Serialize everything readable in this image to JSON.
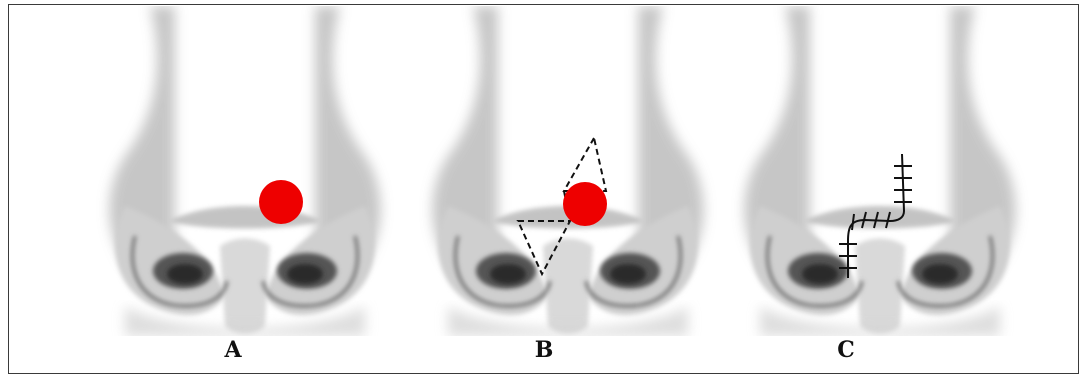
{
  "figure": {
    "panels": [
      {
        "label": "A",
        "lesion_color": "#ee0000"
      },
      {
        "label": "B",
        "lesion_color": "#ee0000"
      },
      {
        "label": "C"
      }
    ],
    "flap_line_color": "#111111",
    "suture_color": "#111111"
  }
}
